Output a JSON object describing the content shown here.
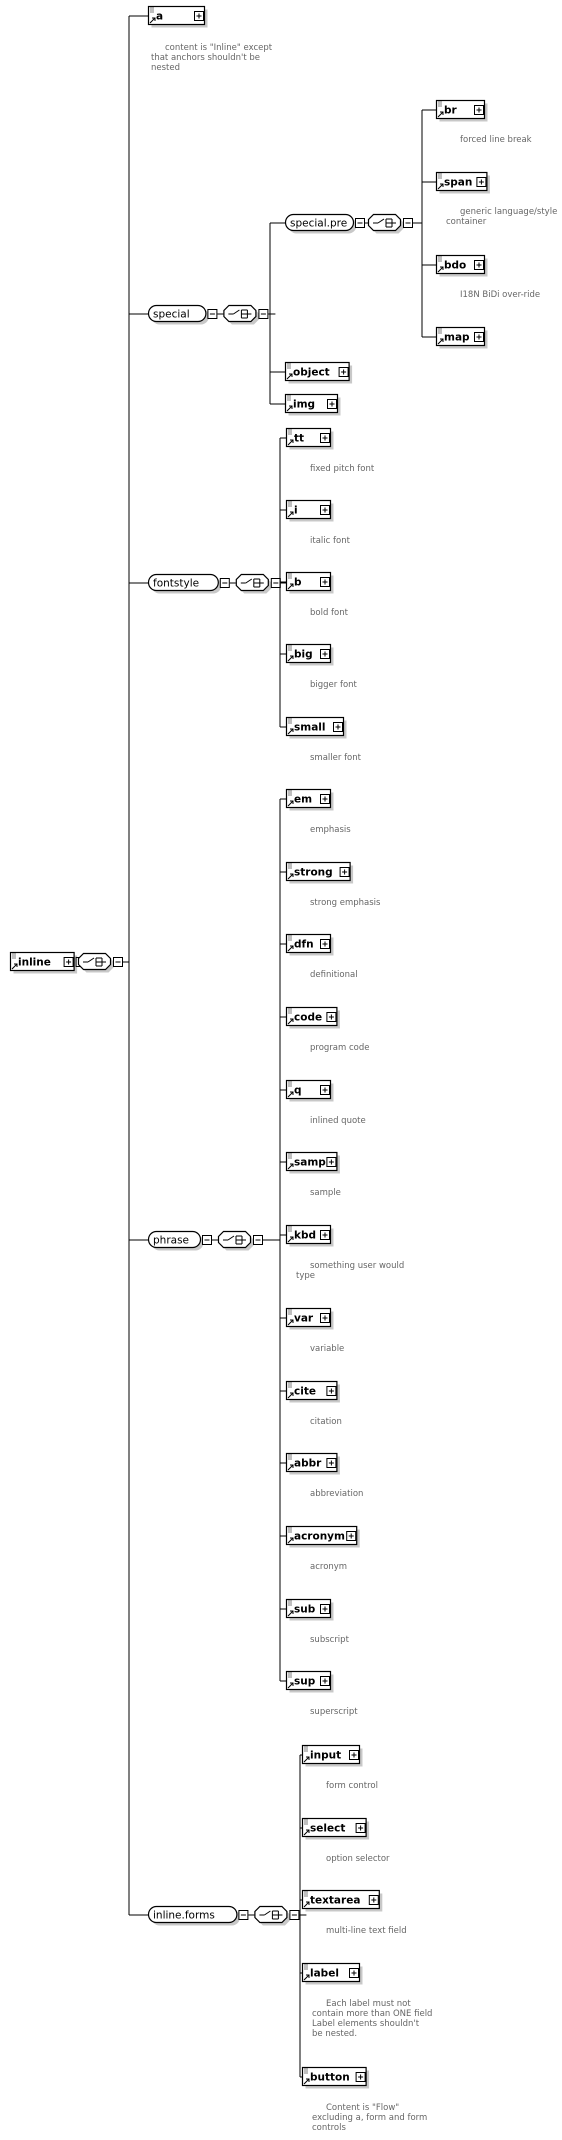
{
  "root": {
    "label": "inline"
  },
  "groups": [
    {
      "label": "special",
      "children": [
        {
          "label": "special.pre",
          "children": [
            {
              "label": "br",
              "doc": [
                "forced line break"
              ]
            },
            {
              "label": "span",
              "doc": [
                "generic language/style",
                "container"
              ]
            },
            {
              "label": "bdo",
              "doc": [
                "I18N BiDi over-ride"
              ]
            },
            {
              "label": "map",
              "doc": []
            }
          ]
        },
        {
          "label": "object",
          "doc": []
        },
        {
          "label": "img",
          "doc": []
        }
      ]
    },
    {
      "label": "fontstyle",
      "children": [
        {
          "label": "tt",
          "doc": [
            "fixed pitch font"
          ]
        },
        {
          "label": "i",
          "doc": [
            "italic font"
          ]
        },
        {
          "label": "b",
          "doc": [
            "bold font"
          ]
        },
        {
          "label": "big",
          "doc": [
            "bigger font"
          ]
        },
        {
          "label": "small",
          "doc": [
            "smaller font"
          ]
        }
      ]
    },
    {
      "label": "phrase",
      "children": [
        {
          "label": "em",
          "doc": [
            "emphasis"
          ]
        },
        {
          "label": "strong",
          "doc": [
            "strong emphasis"
          ]
        },
        {
          "label": "dfn",
          "doc": [
            "definitional"
          ]
        },
        {
          "label": "code",
          "doc": [
            "program code"
          ]
        },
        {
          "label": "q",
          "doc": [
            "inlined quote"
          ]
        },
        {
          "label": "samp",
          "doc": [
            "sample"
          ]
        },
        {
          "label": "kbd",
          "doc": [
            "something user would",
            "type"
          ]
        },
        {
          "label": "var",
          "doc": [
            "variable"
          ]
        },
        {
          "label": "cite",
          "doc": [
            "citation"
          ]
        },
        {
          "label": "abbr",
          "doc": [
            "abbreviation"
          ]
        },
        {
          "label": "acronym",
          "doc": [
            "acronym"
          ]
        },
        {
          "label": "sub",
          "doc": [
            "subscript"
          ]
        },
        {
          "label": "sup",
          "doc": [
            "superscript"
          ]
        }
      ]
    },
    {
      "label": "inline.forms",
      "children": [
        {
          "label": "input",
          "doc": [
            "form control"
          ]
        },
        {
          "label": "select",
          "doc": [
            "option selector"
          ]
        },
        {
          "label": "textarea",
          "doc": [
            "multi-line text field"
          ]
        },
        {
          "label": "label",
          "doc": [
            "Each label must not",
            "contain more than ONE field",
            "Label elements shouldn't",
            "be nested."
          ]
        },
        {
          "label": "button",
          "doc": [
            "Content is \"Flow\"",
            "excluding a, form and form",
            "controls"
          ]
        }
      ]
    }
  ],
  "top_element": {
    "label": "a",
    "doc": [
      "content is \"Inline\" except",
      "that anchors shouldn't be",
      "nested"
    ]
  }
}
